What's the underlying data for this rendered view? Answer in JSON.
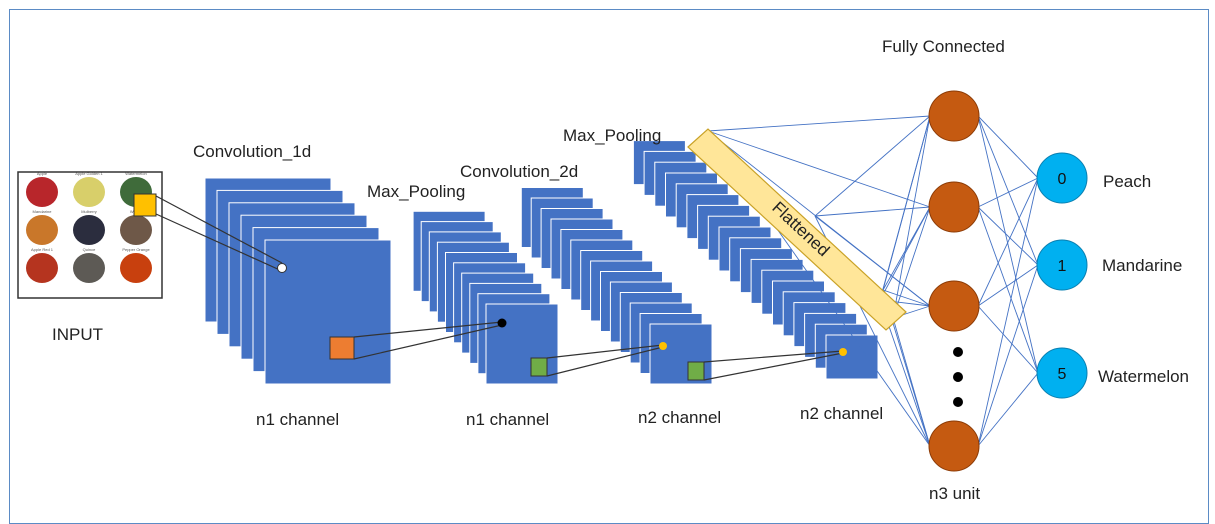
{
  "input": {
    "label": "INPUT",
    "thumb_captions": [
      "Apple",
      "Apple Golden 1",
      "Watermelon",
      "Mandarine",
      "Mulberry",
      "Walnut",
      "Apple Red 1",
      "Quince",
      "Pepper Orange"
    ]
  },
  "layers": [
    {
      "title": "Convolution_1d",
      "channel_label": "n1 channel"
    },
    {
      "title": "Max_Pooling",
      "channel_label": "n1 channel"
    },
    {
      "title": "Convolution_2d",
      "channel_label": "n2 channel"
    },
    {
      "title": "Max_Pooling",
      "channel_label": "n2 channel"
    }
  ],
  "flattened": {
    "label": "Flattened"
  },
  "fully_connected": {
    "title": "Fully Connected",
    "unit_label": "n3 unit"
  },
  "outputs": [
    {
      "index": "0",
      "name": "Peach"
    },
    {
      "index": "1",
      "name": "Mandarine"
    },
    {
      "index": "5",
      "name": "Watermelon"
    }
  ],
  "colors": {
    "feature_map": "#4472c4",
    "feature_map_edge": "#ffffff",
    "kernel_orange": "#ed7d31",
    "kernel_green": "#70ad47",
    "hidden_node": "#c55a11",
    "output_node": "#00b0f0",
    "flattened": "#ffe699",
    "flattened_edge": "#c9a227",
    "connection": "#4472c4",
    "kernel_yellow": "#ffc000"
  }
}
